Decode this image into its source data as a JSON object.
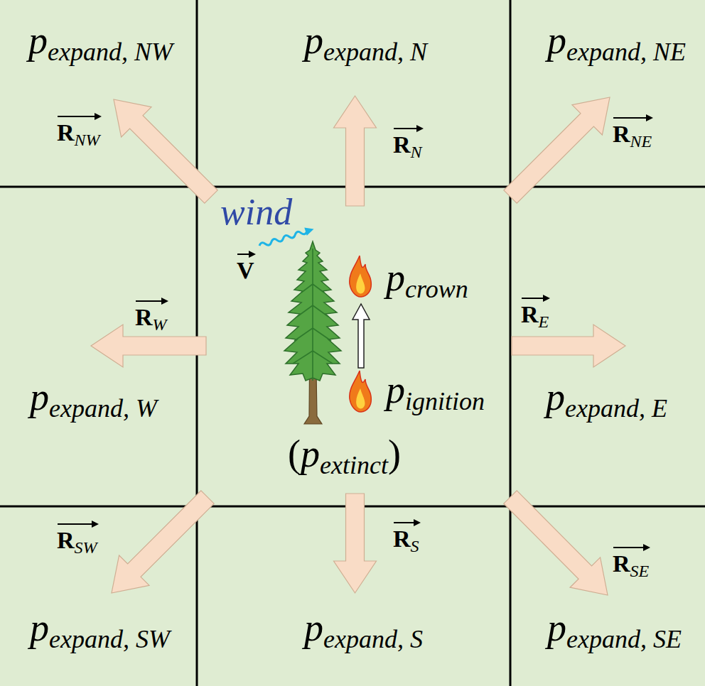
{
  "diagram": {
    "nodes": [
      {
        "text": [
          "pexpand, NW"
        ]
      },
      {
        "text": [
          "pexpand, N"
        ]
      },
      {
        "text": [
          "pexpand, NE"
        ]
      },
      {
        "text": [
          "pexpand, W"
        ]
      },
      {
        "text": [
          "wind",
          "V",
          "pcrown",
          "pignition",
          "(pextinct)"
        ]
      },
      {
        "text": [
          "pexpand, E"
        ]
      },
      {
        "text": [
          "pexpand, SW"
        ]
      },
      {
        "text": [
          "pexpand, S"
        ]
      },
      {
        "text": [
          "pexpand, SE"
        ]
      }
    ],
    "edges": [
      {
        "from": 4,
        "to": 0,
        "arrow": "to",
        "label": "RNW"
      },
      {
        "from": 4,
        "to": 1,
        "arrow": "to",
        "label": "RN"
      },
      {
        "from": 4,
        "to": 2,
        "arrow": "to",
        "label": "RNE"
      },
      {
        "from": 4,
        "to": 3,
        "arrow": "to",
        "label": "RW"
      },
      {
        "from": 4,
        "to": 5,
        "arrow": "to",
        "label": "RE"
      },
      {
        "from": 4,
        "to": 6,
        "arrow": "to",
        "label": "RSW"
      },
      {
        "from": 4,
        "to": 7,
        "arrow": "to",
        "label": "RS"
      },
      {
        "from": 4,
        "to": 8,
        "arrow": "to",
        "label": "RSE"
      }
    ]
  }
}
